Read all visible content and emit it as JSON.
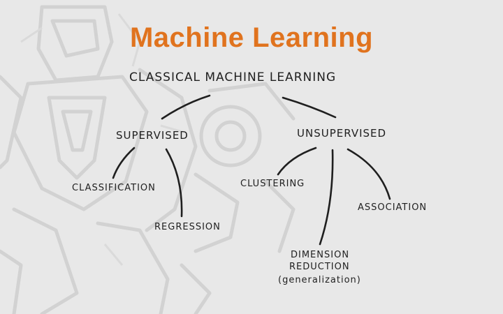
{
  "slide": {
    "title": "Machine Learning",
    "title_color": "#e0731e"
  },
  "tree": {
    "root": "CLASSICAL MACHINE LEARNING",
    "supervised": "SUPERVISED",
    "unsupervised": "UNSUPERVISED",
    "classification": "CLASSIFICATION",
    "regression": "REGRESSION",
    "clustering": "CLUSTERING",
    "association": "ASSOCIATION",
    "dimension_reduction": [
      "DIMENSION",
      "REDUCTION",
      "(generalization)"
    ]
  }
}
